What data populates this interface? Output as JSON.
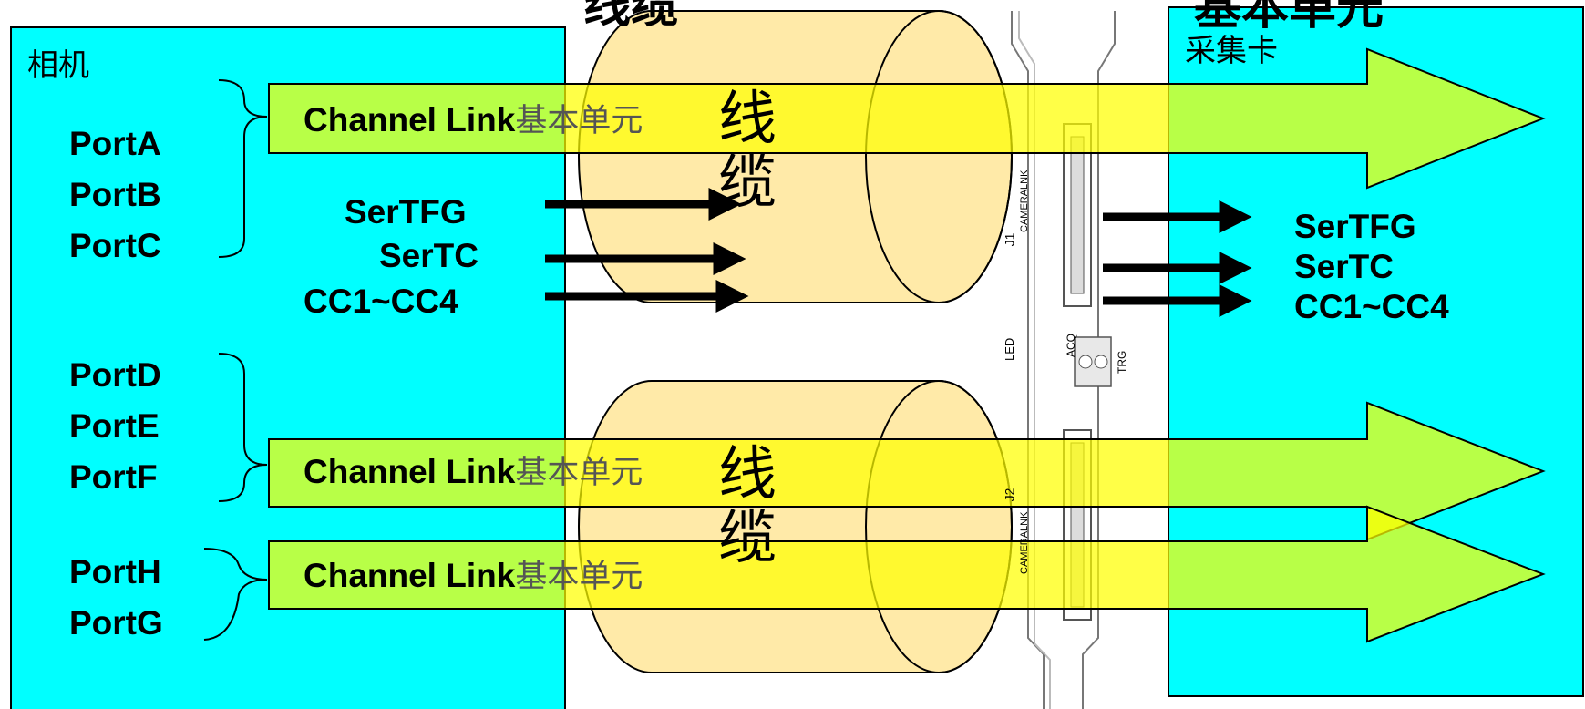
{
  "title_left_fragment": "线缆",
  "title_right_fragment": "基本单元",
  "camera": {
    "label": "相机",
    "ports": [
      "PortA",
      "PortB",
      "PortC",
      "PortD",
      "PortE",
      "PortF",
      "PortH",
      "PortG"
    ]
  },
  "grabber": {
    "label": "采集卡"
  },
  "channel_units": [
    {
      "label_en": "Channel Link",
      "label_cn": "基本单元"
    },
    {
      "label_en": "Channel Link",
      "label_cn": "基本单元"
    },
    {
      "label_en": "Channel Link",
      "label_cn": "基本单元"
    }
  ],
  "cable_text": {
    "line1": "线",
    "line2": "缆"
  },
  "signals_left": [
    "SerTFG",
    "SerTC",
    "CC1~CC4"
  ],
  "signals_right": [
    "SerTFG",
    "SerTC",
    "CC1~CC4"
  ],
  "card_markings": {
    "j1": "J1",
    "j2": "J2",
    "connector_label": "CAMERALNK",
    "led": "LED",
    "acq": "ACQ",
    "trg": "TRG"
  },
  "colors": {
    "box_fill": "#00ffff",
    "arrow_fill": "#ffff00",
    "cable_fill": "#ffe699"
  }
}
